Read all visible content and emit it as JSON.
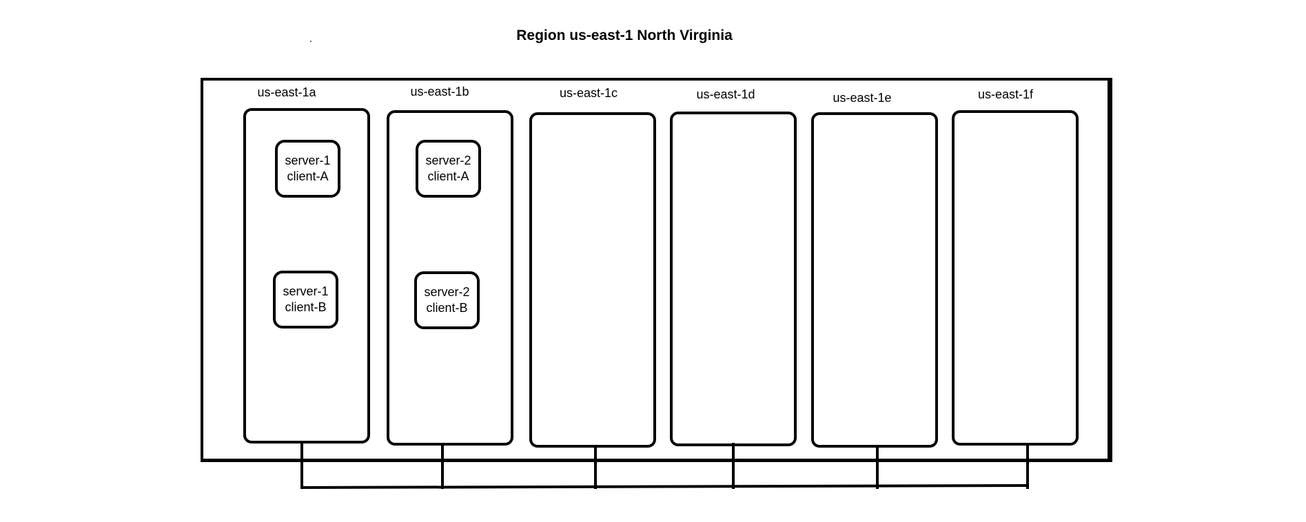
{
  "title": "Region us-east-1 North Virginia",
  "zones": [
    {
      "label": "us-east-1a",
      "nodes": [
        {
          "server": "server-1",
          "client": "client-A"
        },
        {
          "server": "server-1",
          "client": "client-B"
        }
      ]
    },
    {
      "label": "us-east-1b",
      "nodes": [
        {
          "server": "server-2",
          "client": "client-A"
        },
        {
          "server": "server-2",
          "client": "client-B"
        }
      ]
    },
    {
      "label": "us-east-1c",
      "nodes": []
    },
    {
      "label": "us-east-1d",
      "nodes": []
    },
    {
      "label": "us-east-1e",
      "nodes": []
    },
    {
      "label": "us-east-1f",
      "nodes": []
    }
  ]
}
